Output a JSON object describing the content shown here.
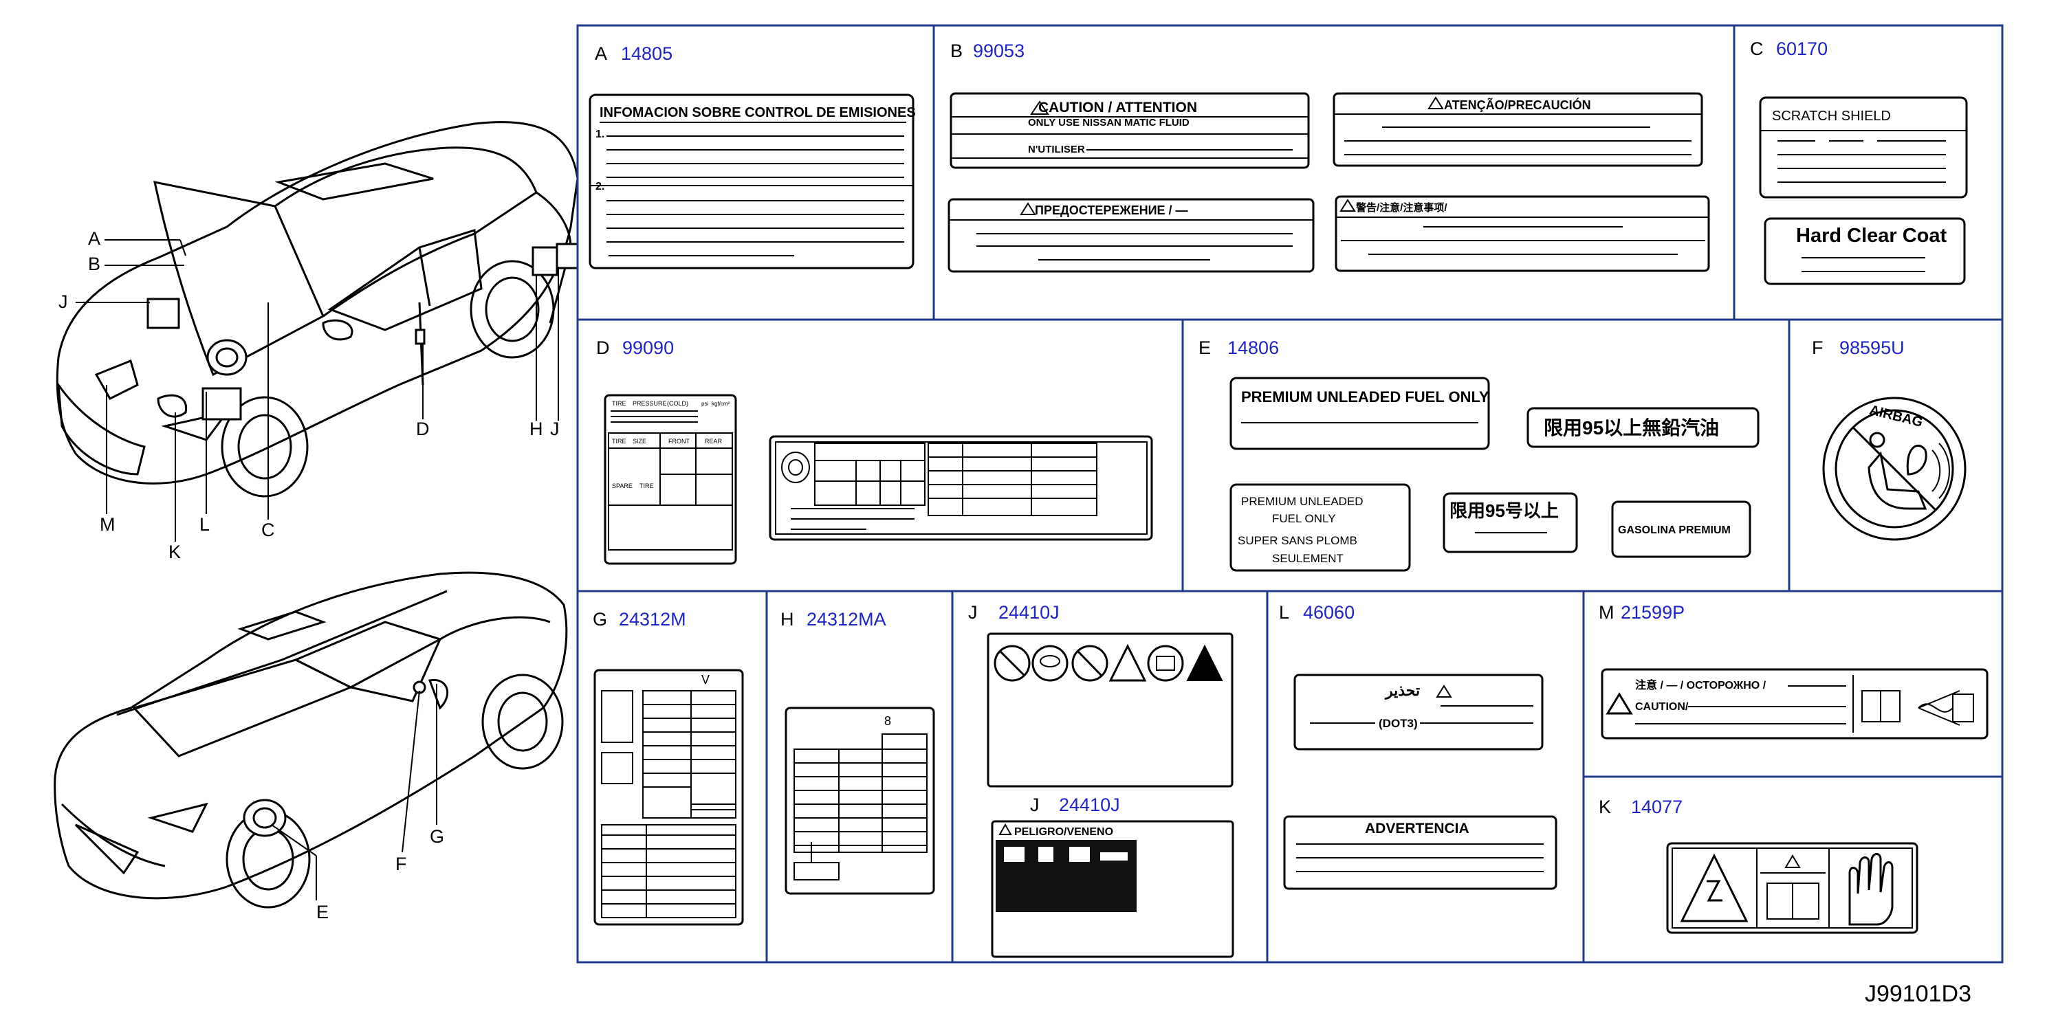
{
  "diagram_id": "J99101D3",
  "callouts": [
    "A",
    "B",
    "J",
    "D",
    "H",
    "J",
    "M",
    "K",
    "L",
    "C",
    "F",
    "G",
    "E"
  ],
  "cells": {
    "A": {
      "letter": "A",
      "number": "14805",
      "label_title": "INFOMACION SOBRE CONTROL DE EMISIONES",
      "item1": "1.",
      "item2": "2."
    },
    "B": {
      "letter": "B",
      "number": "99053",
      "caution": "CAUTION / ATTENTION",
      "caution_line1": "ONLY USE NISSAN MATIC FLUID",
      "caution_line2": "N'UTILISER",
      "atencao": "ATENÇÃO/PRECAUCIÓN",
      "ru": "ПРЕДОСТЕРЕЖЕНИЕ / —",
      "cn": "警告/注意/注意事项/"
    },
    "C": {
      "letter": "C",
      "number": "60170",
      "scratch": "SCRATCH   SHIELD",
      "hardcoat": "Hard Clear Coat"
    },
    "D": {
      "letter": "D",
      "number": "99090",
      "tire": "TIRE",
      "pressure": "PRESSURE",
      "cold": "(COLD)",
      "size": "SIZE",
      "front": "FRONT",
      "rear": "REAR",
      "spare": "SPARE",
      "tire2": "TIRE",
      "psi": "psi",
      "kgcm": "kgf/cm²"
    },
    "E": {
      "letter": "E",
      "number": "14806",
      "premium": "PREMIUM UNLEADED FUEL ONLY",
      "cn1": "限用95以上無鉛汽油",
      "fr1": "PREMIUM     UNLEADED",
      "fr2": "FUEL     ONLY",
      "fr3": "SUPER     SANS     PLOMB",
      "fr4": "SEULEMENT",
      "cn2": "限用95号以上",
      "gasolina": "GASOLINA PREMIUM"
    },
    "F": {
      "letter": "F",
      "number": "98595U",
      "airbag": "AIRBAG"
    },
    "G": {
      "letter": "G",
      "number": "24312M",
      "v": "V"
    },
    "H": {
      "letter": "H",
      "number": "24312MA",
      "eight": "8"
    },
    "J1": {
      "letter": "J",
      "number": "24410J"
    },
    "J2": {
      "letter": "J",
      "number": "24410J",
      "peligro": "PELIGRO/VENENO"
    },
    "L": {
      "letter": "L",
      "number": "46060",
      "ar": "تحذير",
      "dot": "(DOT3)",
      "advertencia": "ADVERTENCIA"
    },
    "M": {
      "letter": "M",
      "number": "21599P",
      "m_top": "注意 / — / ОСТОРОЖНО /",
      "m_caution": "CAUTION/"
    },
    "K": {
      "letter": "K",
      "number": "14077"
    }
  }
}
